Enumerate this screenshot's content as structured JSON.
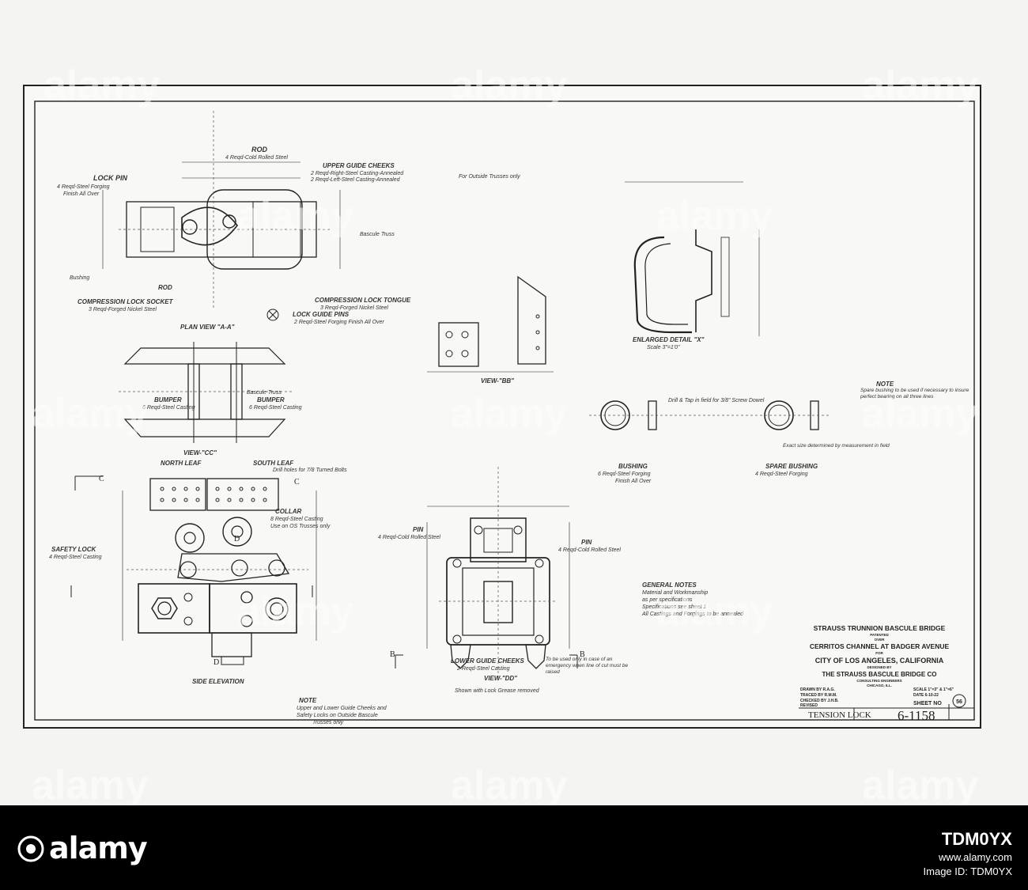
{
  "title_block": {
    "bridge": "STRAUSS TRUNNION BASCULE BRIDGE",
    "patented": "PATENTED",
    "over": "OVER",
    "location": "CERRITOS CHANNEL AT BADGER AVENUE",
    "for": "FOR",
    "city": "CITY OF LOS ANGELES, CALIFORNIA",
    "designed_by": "DESIGNED BY",
    "company": "THE STRAUSS BASCULE BRIDGE CO",
    "consulting": "CONSULTING ENGINEERS",
    "chicago": "CHICAGO, ILL.",
    "drawn": "DRAWN BY  R.A.G.",
    "traced": "TRACED BY  R.M.M.",
    "checked": "CHECKED BY  J.H.B.",
    "revised": "REVISED",
    "scale": "SCALE 1\"=3\" & 1\"=6\"",
    "date": "DATE 6-10-22",
    "sheet_no": "SHEET NO",
    "sheet_circle": "56",
    "drawing_name": "TENSION LOCK",
    "drawing_number": "6-1158"
  },
  "labels": {
    "lock_pin": "LOCK PIN",
    "lock_pin_spec": "4 Reqd-Steel Forging",
    "lock_pin_finish": "Finish All Over",
    "rod_top": "ROD",
    "rod_top_spec": "4 Reqd-Cold Rolled Steel",
    "upper_guide_cheeks": "UPPER GUIDE CHEEKS",
    "upper_guide_spec_1": "2 Reqd-Right-Steel Casting-Annealed",
    "upper_guide_spec_2": "2 Reqd-Left-Steel Casting-Annealed",
    "upper_guide_note": "For Outside Trusses only",
    "bushing_small": "Bushing",
    "rod_bottom": "ROD",
    "compression_lock_socket": "COMPRESSION LOCK SOCKET",
    "socket_spec": "3 Reqd-Forged Nickel Steel",
    "compression_lock_tongue": "COMPRESSION LOCK TONGUE",
    "tongue_spec": "3 Reqd-Forged Nickel Steel",
    "lock_guide_pins": "LOCK GUIDE PINS",
    "lock_guide_spec": "2 Reqd-Steel Forging Finish All Over",
    "plan_view": "PLAN VIEW \"A-A\"",
    "bascule_truss": "Bascule Truss",
    "bumper_left": "BUMPER",
    "bumper_left_spec": "6 Reqd-Steel Casting",
    "bumper_right": "BUMPER",
    "bumper_right_spec": "6 Reqd-Steel Casting",
    "view_cc": "VIEW-\"CC\"",
    "view_bb": "VIEW-\"BB\"",
    "enlarged_detail": "ENLARGED DETAIL \"X\"",
    "enlarged_scale": "Scale 3\"=1'0\"",
    "note_top_right": "NOTE",
    "note_top_right_text": "Spare bushing to be used if necessary to insure perfect bearing on all three lines",
    "drill_note": "Drill & Tap in field for 3/8\" Screw Dowel",
    "bushing": "BUSHING",
    "bushing_spec": "6 Reqd-Steel Forging",
    "bushing_finish": "Finish All Over",
    "spare_bushing": "SPARE BUSHING",
    "spare_bushing_spec": "4 Reqd-Steel Forging",
    "field_note": "Exact size determined by measurement in field",
    "north_leaf": "NORTH LEAF",
    "south_leaf": "SOUTH LEAF",
    "drill_holes": "Drill holes for 7/8 Turned Bolts",
    "collar": "COLLAR",
    "collar_spec": "8 Reqd-Steel Casting",
    "collar_note": "Use on OS Trusses only",
    "safety_lock": "SAFETY LOCK",
    "safety_lock_spec": "4 Reqd-Steel Casting",
    "side_elevation": "SIDE ELEVATION",
    "pin_left": "PIN",
    "pin_left_spec": "4 Reqd-Cold Rolled Steel",
    "pin_right": "PIN",
    "pin_right_spec": "4 Reqd-Cold Rolled Steel",
    "lower_guide_cheeks": "LOWER GUIDE CHEEKS",
    "lower_guide_spec": "2 Reqd-Steel Casting",
    "lower_guide_note": "To be used only in case of an emergency when line of cut must be raised",
    "view_dd": "VIEW-\"DD\"",
    "shown_note": "Shown with Lock Grease removed",
    "general_notes": "GENERAL NOTES",
    "gn_1": "Material and Workmanship",
    "gn_2": "as per specifications",
    "gn_3": "Specifications see sheet 1",
    "gn_4": "All Castings and Forgings to be annealed",
    "bottom_note": "NOTE",
    "bottom_note_1": "Upper and Lower Guide Cheeks and",
    "bottom_note_2": "Safety Locks on Outside Bascule",
    "bottom_note_3": "Trusses only",
    "mark_c": "C",
    "mark_c2": "C",
    "mark_d": "D",
    "mark_d2": "D",
    "mark_b": "B",
    "mark_b2": "B"
  },
  "watermark": {
    "text": "alamy"
  },
  "footer": {
    "logo_text": "alamy",
    "stock_id": "TDM0YX",
    "url": "www.alamy.com",
    "image_id_label": "Image ID: TDM0YX"
  },
  "colors": {
    "paper": "#f4f4f2",
    "ink": "#222222",
    "footer_bg": "#000000",
    "footer_text": "#ffffff"
  }
}
